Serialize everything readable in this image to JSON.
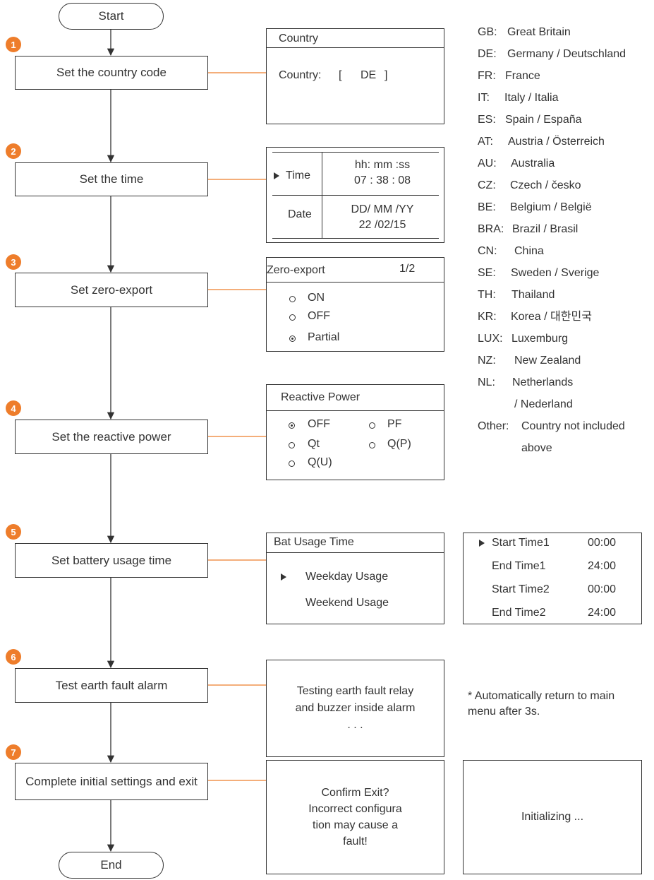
{
  "colors": {
    "accent": "#ee7d2b",
    "line": "#333333"
  },
  "flow": {
    "start_label": "Start",
    "end_label": "End",
    "steps": [
      {
        "num": "1",
        "label": "Set the country code"
      },
      {
        "num": "2",
        "label": "Set the time"
      },
      {
        "num": "3",
        "label": "Set zero-export"
      },
      {
        "num": "4",
        "label": "Set the reactive power"
      },
      {
        "num": "5",
        "label": "Set battery usage time"
      },
      {
        "num": "6",
        "label": "Test earth fault alarm"
      },
      {
        "num": "7",
        "label": "Complete initial settings and exit"
      }
    ]
  },
  "country_panel": {
    "title": "Country",
    "field_label": "Country:",
    "open_bracket": "[",
    "value": "DE",
    "close_bracket": "]"
  },
  "time_panel": {
    "time_label": "Time",
    "time_format": "hh: mm :ss",
    "time_value": "07 : 38 : 08",
    "date_label": "Date",
    "date_format": "DD/ MM /YY",
    "date_value": "22 /02/15"
  },
  "zero_export_panel": {
    "title": "Zero-export",
    "page": "1/2",
    "options": [
      {
        "label": "ON",
        "selected": false
      },
      {
        "label": "OFF",
        "selected": false
      },
      {
        "label": "Partial",
        "selected": true
      }
    ]
  },
  "reactive_panel": {
    "title": "Reactive Power",
    "options": [
      {
        "label": "OFF",
        "selected": true
      },
      {
        "label": "PF",
        "selected": false
      },
      {
        "label": "Qt",
        "selected": false
      },
      {
        "label": "Q(P)",
        "selected": false
      },
      {
        "label": "Q(U)",
        "selected": false
      }
    ]
  },
  "bat_panel": {
    "title": "Bat Usage Time",
    "items": [
      "Weekday Usage",
      "Weekend Usage"
    ]
  },
  "bat_times_panel": {
    "rows": [
      {
        "label": "Start Time1",
        "value": "00:00"
      },
      {
        "label": "End Time1",
        "value": "24:00"
      },
      {
        "label": "Start Time2",
        "value": "00:00"
      },
      {
        "label": "End Time2",
        "value": "24:00"
      }
    ]
  },
  "earth_panel": {
    "text": "Testing earth fault relay and buzzer inside alarm . . ."
  },
  "earth_note": "* Automatically return to main menu after 3s.",
  "exit_panel": {
    "text": "Confirm Exit? Incorrect configura tion may cause a fault!"
  },
  "init_panel": {
    "text": "Initializing ..."
  },
  "countries": [
    {
      "code": "GB:",
      "name": "Great Britain"
    },
    {
      "code": "DE:",
      "name": "Germany / Deutschland"
    },
    {
      "code": "FR:",
      "name": "France"
    },
    {
      "code": "IT:",
      "name": "Italy / Italia"
    },
    {
      "code": "ES:",
      "name": "Spain / España"
    },
    {
      "code": "AT:",
      "name": "Austria / Österreich"
    },
    {
      "code": "AU:",
      "name": "Australia"
    },
    {
      "code": "CZ:",
      "name": "Czech / česko"
    },
    {
      "code": "BE:",
      "name": "Belgium / België"
    },
    {
      "code": "BRA:",
      "name": "Brazil / Brasil"
    },
    {
      "code": "CN:",
      "name": "China"
    },
    {
      "code": "SE:",
      "name": "Sweden / Sverige"
    },
    {
      "code": "TH:",
      "name": "Thailand"
    },
    {
      "code": "KR:",
      "name": "Korea / 대한민국"
    },
    {
      "code": "LUX:",
      "name": "Luxemburg"
    },
    {
      "code": "NZ:",
      "name": "New Zealand"
    },
    {
      "code": "NL:",
      "name": "Netherlands"
    },
    {
      "code": "",
      "name": "/ Nederland"
    },
    {
      "code": "Other:",
      "name": "Country not included"
    },
    {
      "code": "",
      "name": "above"
    }
  ]
}
